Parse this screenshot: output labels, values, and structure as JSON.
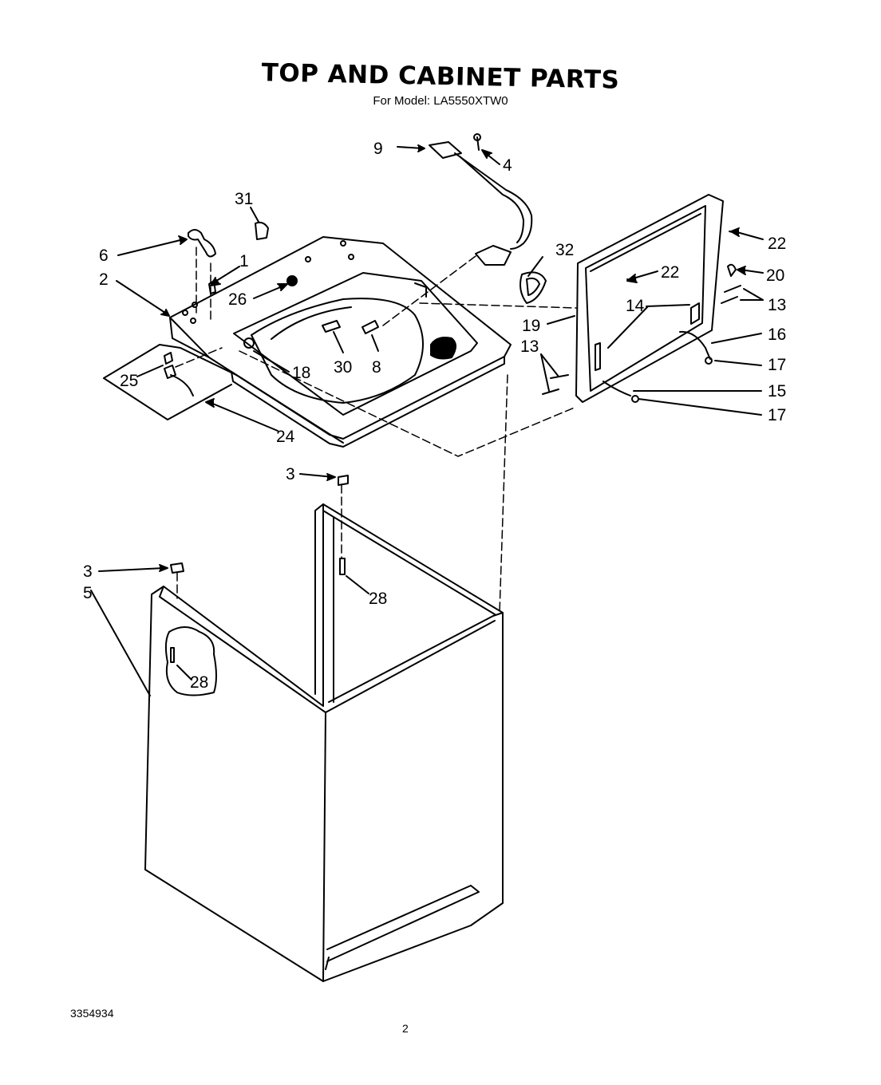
{
  "header": {
    "title": "TOP AND CABINET PARTS",
    "subtitle": "For Model: LA5550XTW0"
  },
  "footer": {
    "doc_number": "3354934",
    "page_number": "2"
  },
  "callouts": {
    "c9": "9",
    "c4": "4",
    "c31": "31",
    "c32": "32",
    "c6": "6",
    "c1": "1",
    "c2": "2",
    "c26": "26",
    "c22a": "22",
    "c22b": "22",
    "c20": "20",
    "c13a": "13",
    "c14": "14",
    "c19": "19",
    "c16": "16",
    "c13b": "13",
    "c17a": "17",
    "c15": "15",
    "c17b": "17",
    "c25": "25",
    "c18": "18",
    "c30": "30",
    "c8": "8",
    "c24": "24",
    "c3a": "3",
    "c3b": "3",
    "c5": "5",
    "c28a": "28",
    "c28b": "28"
  }
}
